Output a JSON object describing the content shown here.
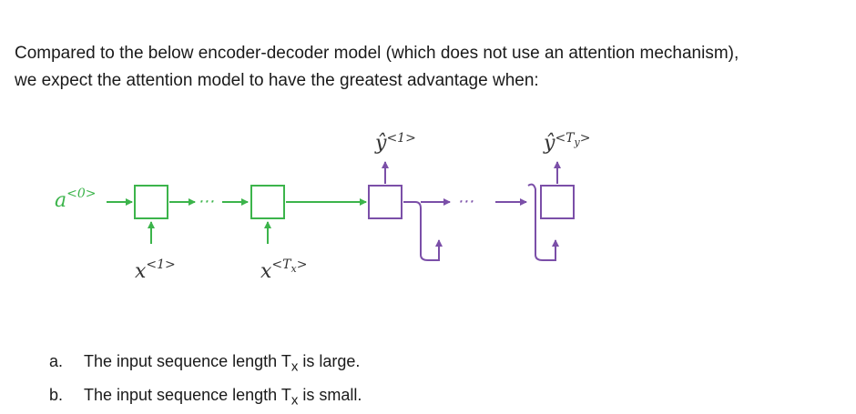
{
  "question": {
    "line1": "Compared to the below encoder-decoder model (which does not use an attention mechanism),",
    "line2": "we expect the attention model to have the greatest advantage when:"
  },
  "diagram": {
    "initial_activation": {
      "base": "a",
      "sup": "<0>"
    },
    "input_first": {
      "base": "x",
      "sup": "<1>"
    },
    "input_last": {
      "base": "x",
      "sup": "<T",
      "sub": "x",
      "close": ">"
    },
    "output_first": {
      "base": "ŷ",
      "sup": "<1>"
    },
    "output_last": {
      "base": "ŷ",
      "sup": "<T",
      "sub": "y",
      "close": ">"
    },
    "ellipsis_encoder": "⋯",
    "ellipsis_decoder": "⋯",
    "colors": {
      "encoder": "#3cb44b",
      "decoder": "#7b4fa8",
      "text": "#333333"
    }
  },
  "options": [
    {
      "letter": "a.",
      "prefix": "The input sequence length T",
      "sub": "x",
      "suffix": " is large."
    },
    {
      "letter": "b.",
      "prefix": "The input sequence length T",
      "sub": "x",
      "suffix": " is small."
    }
  ]
}
